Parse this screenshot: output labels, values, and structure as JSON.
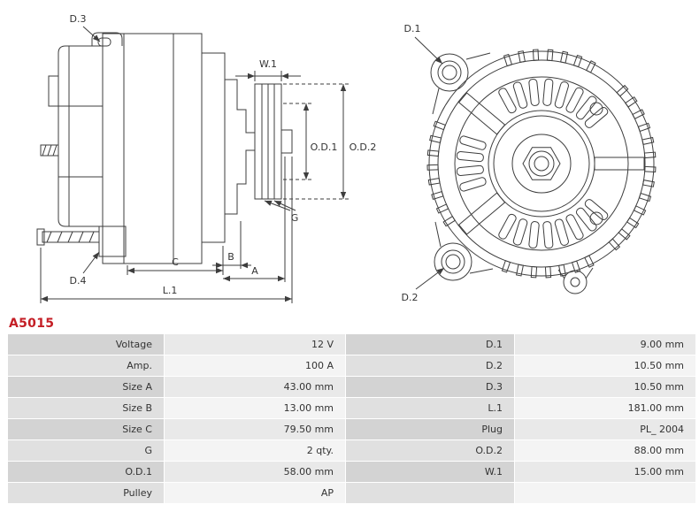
{
  "part_number": "A5015",
  "colors": {
    "part_number_red": "#c41e25",
    "drawing_line": "#3d3d3d"
  },
  "diagram": {
    "labels": {
      "d1": "D.1",
      "d2": "D.2",
      "d3": "D.3",
      "d4": "D.4",
      "w1": "W.1",
      "od1": "O.D.1",
      "od2": "O.D.2",
      "g": "G",
      "a": "A",
      "b": "B",
      "c": "C",
      "l1": "L.1"
    }
  },
  "table": {
    "rows": [
      {
        "left_label": "Voltage",
        "left_value": "12 V",
        "right_label": "D.1",
        "right_value": "9.00 mm"
      },
      {
        "left_label": "Amp.",
        "left_value": "100 A",
        "right_label": "D.2",
        "right_value": "10.50 mm"
      },
      {
        "left_label": "Size A",
        "left_value": "43.00 mm",
        "right_label": "D.3",
        "right_value": "10.50 mm"
      },
      {
        "left_label": "Size B",
        "left_value": "13.00 mm",
        "right_label": "L.1",
        "right_value": "181.00 mm"
      },
      {
        "left_label": "Size C",
        "left_value": "79.50 mm",
        "right_label": "Plug",
        "right_value": "PL_ 2004"
      },
      {
        "left_label": "G",
        "left_value": "2 qty.",
        "right_label": "O.D.2",
        "right_value": "88.00 mm"
      },
      {
        "left_label": "O.D.1",
        "left_value": "58.00 mm",
        "right_label": "W.1",
        "right_value": "15.00 mm"
      },
      {
        "left_label": "Pulley",
        "left_value": "AP",
        "right_label": "",
        "right_value": ""
      }
    ]
  }
}
